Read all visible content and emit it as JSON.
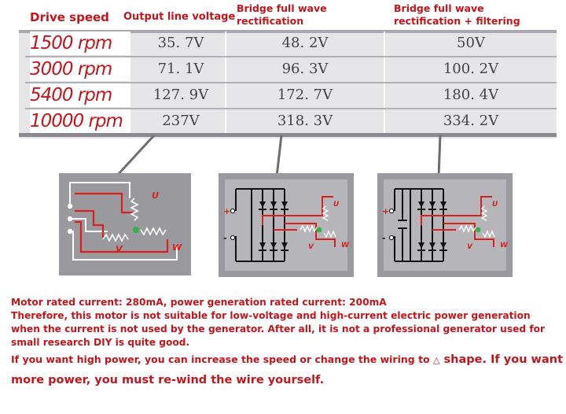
{
  "table": {
    "headers": {
      "speed": "Drive speed",
      "output": "Output line voltage",
      "bridge_line1": "Bridge full wave",
      "bridge_line2": "rectification",
      "filter_line1": "Bridge full wave",
      "filter_line2": "rectification + filtering"
    },
    "rows": [
      {
        "speed": "1500 rpm",
        "output": "35. 7V",
        "bridge": "48. 2V",
        "filter": "50V"
      },
      {
        "speed": "3000 rpm",
        "output": "71. 1V",
        "bridge": "96. 3V",
        "filter": "100. 2V"
      },
      {
        "speed": "5400 rpm",
        "output": "127. 9V",
        "bridge": "172. 7V",
        "filter": "180. 4V"
      },
      {
        "speed": "10000 rpm",
        "output": "237V",
        "bridge": "318. 3V",
        "filter": "334. 2V"
      }
    ]
  },
  "diagrams": {
    "winding_labels": {
      "u": "U",
      "v": "V",
      "w": "W"
    },
    "terminal_plus": "+",
    "terminal_minus": "-"
  },
  "notes": {
    "line1": "Motor rated current: 280mA, power generation rated current: 200mA",
    "line2": "Therefore, this motor is not suitable for low-voltage and high-current electric power generation",
    "line3": "when the current is not used by the generator. After all, it is not a professional generator used for",
    "line4": "small research DIY is quite good.",
    "line5_a": "If you want high power, you can increase the speed or change the wiring to ",
    "line5_delta": "△",
    "line5_b": " shape. If you want",
    "line6": "more power, you must re-wind the wire yourself."
  },
  "colors": {
    "accent_red": "#c0161c",
    "table_gray": "#e6e6e8",
    "diagram_gray": "#9a9a9e"
  }
}
